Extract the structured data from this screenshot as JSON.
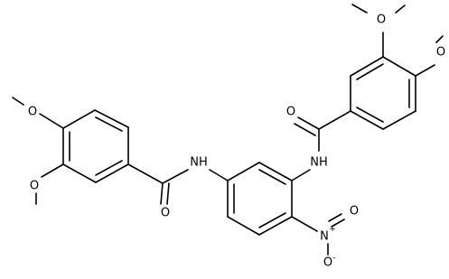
{
  "atoms": {
    "oxygen": "O",
    "amide_nh": "NH",
    "nitrogen": "N",
    "positive_charge": "+",
    "negative_charge": "-"
  },
  "colors": {
    "bond": "#000000",
    "label": "#000000",
    "background": "#ffffff"
  }
}
